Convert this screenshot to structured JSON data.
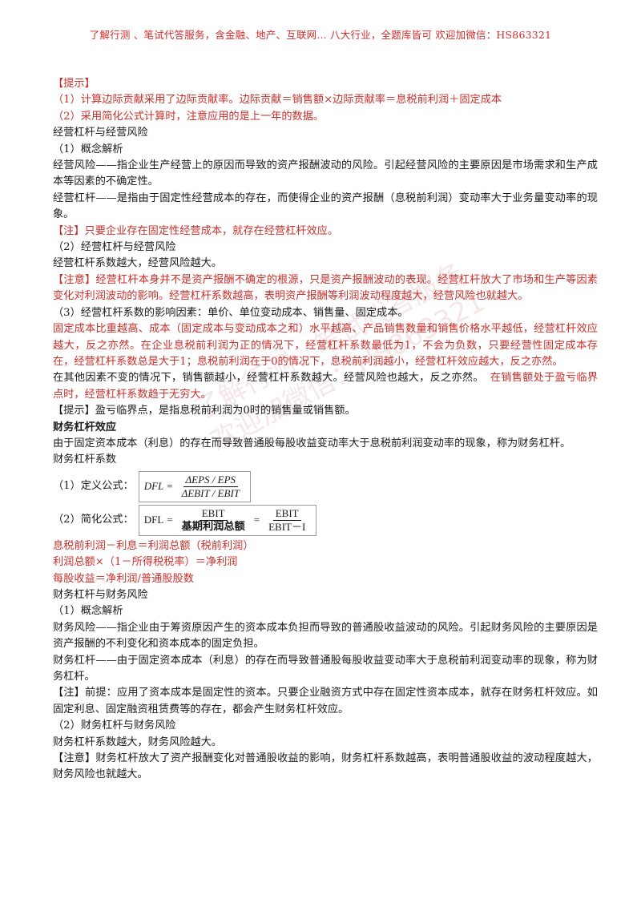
{
  "header": {
    "text": "了解行测 、笔试代答服务，含金融、地产、互联网... 八大行业，全题库皆可 欢迎加微信：HS863321"
  },
  "paragraphs": [
    {
      "text": "【提示】",
      "style": "red"
    },
    {
      "text": "（1）计算边际贡献采用了边际贡献率。边际贡献＝销售额×边际贡献率＝息税前利润＋固定成本",
      "style": "red"
    },
    {
      "text": "（2）采用简化公式计算时，注意应用的是上一年的数据。",
      "style": "red"
    },
    {
      "text": "经营杠杆与经营风险",
      "style": "normal"
    },
    {
      "text": "（1）概念解析",
      "style": "normal"
    },
    {
      "text": "经营风险——指企业生产经营上的原因而导致的资产报酬波动的风险。引起经营风险的主要原因是市场需求和生产成本等因素的不确定性。",
      "style": "normal"
    },
    {
      "text": "经营杠杆——是指由于固定性经营成本的存在，而使得企业的资产报酬（息税前利润）变动率大于业务量变动率的现象。",
      "style": "normal"
    },
    {
      "text": "【注】只要企业存在固定性经营成本，就存在经营杠杆效应。",
      "style": "red"
    },
    {
      "text": "（2）经营杠杆与经营风险",
      "style": "normal"
    },
    {
      "text": "经营杠杆系数越大，经营风险越大。",
      "style": "normal"
    },
    {
      "text": "【注意】经营杠杆本身并不是资产报酬不确定的根源，只是资产报酬波动的表现。经营杠杆放大了市场和生产等因素变化对利润波动的影响。经营杠杆系数越高，表明资产报酬等利润波动程度越大，经营风险也就越大。",
      "style": "red"
    },
    {
      "text": "（3）经营杠杆系数的影响因素：单价、单位变动成本、销售量、固定成本。",
      "style": "normal"
    },
    {
      "text": "固定成本比重越高、成本（固定成本与变动成本之和）水平越高、产品销售数量和销售价格水平越低，经营杠杆效应越大，反之亦然。在企业息税前利润为正的情况下，经营杠杆系数最低为1，不会为负数，只要经营性固定成本存在，经营杠杆系数总是大于1；息税前利润在于0的情况下，息税前利润越小，经营杠杆效应越大，反之亦然。",
      "style": "red"
    },
    {
      "text": "在其他因素不变的情况下，销售额越小，经营杠杆系数越大。经营风险也越大，反之亦然。",
      "style": "normal",
      "tail": "在销售额处于盈亏临界点时，经营杠杆系数趋于无穷大。"
    },
    {
      "text": "【提示】盈亏临界点，是指息税前利润为0时的销售量或销售额。",
      "style": "normal"
    },
    {
      "text": "财务杠杆效应",
      "style": "bold"
    },
    {
      "text": "由于固定资本成本（利息）的存在而导致普通股每股收益变动率大于息税前利润变动率的现象，称为财务杠杆。",
      "style": "normal"
    },
    {
      "text": "财务杠杆系数",
      "style": "normal"
    }
  ],
  "formula1": {
    "label": "（1）定义公式：",
    "lhs": "DFL",
    "eq": "=",
    "num": "ΔEPS / EPS",
    "den": "ΔEBIT / EBIT"
  },
  "formula2": {
    "label": "（2）简化公式：",
    "lhs": "DFL",
    "eq1": "=",
    "num1": "EBIT",
    "den1": "基期利润总额",
    "eq2": "=",
    "num2": "EBIT",
    "den2": "EBIT－I"
  },
  "paragraphs2": [
    {
      "text": "息税前利润－利息＝利润总额（税前利润）",
      "style": "red"
    },
    {
      "text": "利润总额×（1－所得税税率）＝净利润",
      "style": "red"
    },
    {
      "text": "每股收益＝净利润/普通股股数",
      "style": "red"
    },
    {
      "text": "财务杠杆与财务风险",
      "style": "normal"
    },
    {
      "text": "（1）概念解析",
      "style": "normal"
    },
    {
      "text": "财务风险——指企业由于筹资原因产生的资本成本负担而导致的普通股收益波动的风险。引起财务风险的主要原因是资产报酬的不利变化和资本成本的固定负担。",
      "style": "normal"
    },
    {
      "text": "财务杠杆——由于固定资本成本（利息）的存在而导致普通股每股收益变动率大于息税前利润变动率的现象，称为财务杠杆。",
      "style": "normal"
    },
    {
      "text": "【注】前提：应用了资本成本是固定性的资本。只要企业融资方式中存在固定性资本成本，就存在财务杠杆效应。如固定利息、固定融资租赁费等的存在，都会产生财务杠杆效应。",
      "style": "normal"
    },
    {
      "text": "（2）财务杠杆与财务风险",
      "style": "normal"
    },
    {
      "text": "财务杠杆系数越大，财务风险越大。",
      "style": "normal"
    },
    {
      "text": "【注意】财务杠杆放大了资产报酬变化对普通股收益的影响，财务杠杆系数越高，表明普通股收益的波动程度越大，财务风险也就越大。",
      "style": "normal"
    }
  ],
  "watermark": {
    "line1": "了解行测、笔试代答服务",
    "line2": "欢迎加微信：HS863321"
  }
}
